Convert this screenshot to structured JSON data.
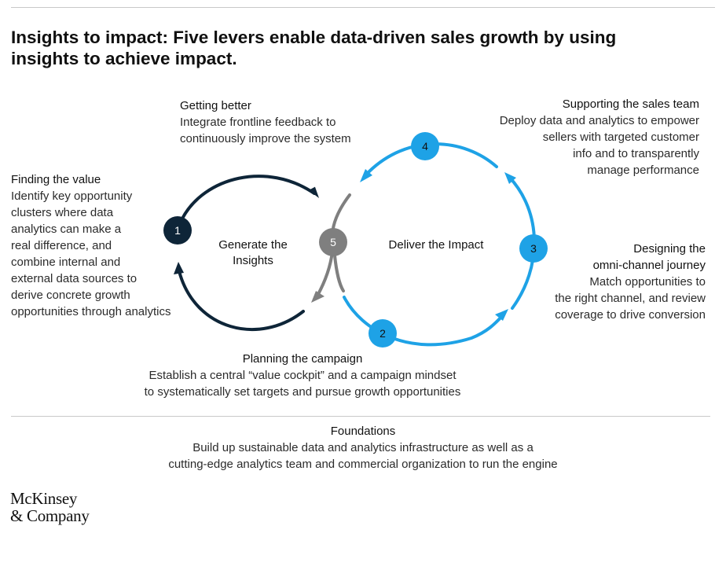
{
  "title_lines": [
    "Insights to impact: Five levers enable data-driven sales growth by using",
    "insights to achieve impact."
  ],
  "cycles": {
    "left": [
      "Generate the",
      "Insights"
    ],
    "right": "Deliver the Impact"
  },
  "levers": [
    {
      "number": "1",
      "heading": "Finding the value",
      "lines": [
        "Identify key opportunity",
        "clusters where data",
        "analytics can make a",
        "real difference, and",
        "combine internal and",
        "external data sources to",
        "derive concrete growth",
        "opportunities through analytics"
      ]
    },
    {
      "number": "2",
      "heading": "Planning the campaign",
      "lines": [
        "Establish a central “value cockpit” and a campaign mindset",
        "to systematically set targets and pursue growth opportunities"
      ]
    },
    {
      "number": "3",
      "heading_lines": [
        "Designing the",
        "omni-channel journey"
      ],
      "lines": [
        "Match opportunities to",
        "the right channel, and review",
        "coverage to drive conversion"
      ]
    },
    {
      "number": "4",
      "heading": "Supporting the sales team",
      "lines": [
        "Deploy data and analytics to empower",
        "sellers with targeted customer",
        "info and to transparently",
        "manage performance"
      ]
    },
    {
      "number": "5",
      "heading": "Getting better",
      "lines": [
        "Integrate frontline feedback to",
        "continuously improve the system"
      ]
    }
  ],
  "foundations": {
    "heading": "Foundations",
    "lines": [
      "Build up sustainable data and analytics infrastructure as well as a",
      "cutting-edge analytics team and commercial organization to run the engine"
    ]
  },
  "logo_lines": [
    "McKinsey",
    "& Company"
  ],
  "colors": {
    "navy": "#0e2538",
    "blue": "#1ea2e6",
    "gray": "#7f7f7f"
  }
}
